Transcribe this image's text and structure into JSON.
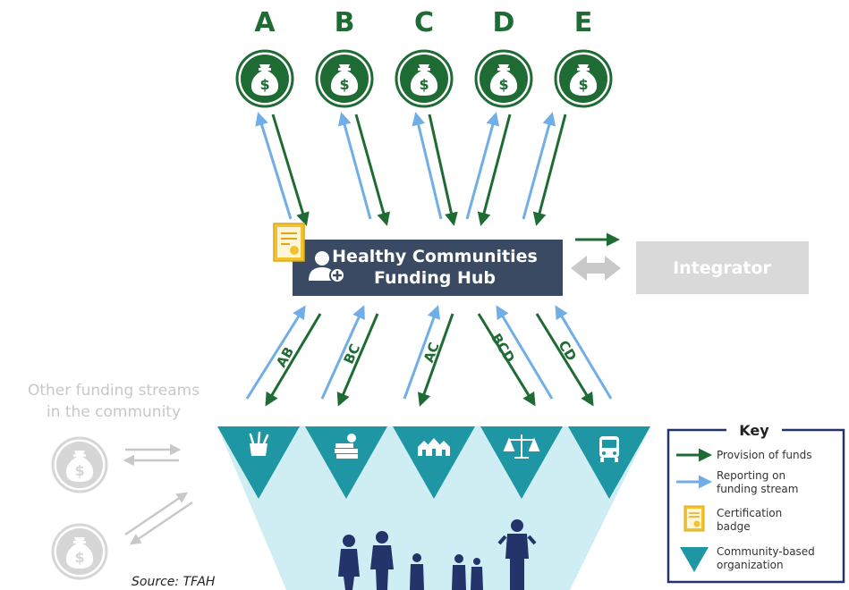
{
  "funders": [
    "A",
    "B",
    "C",
    "D",
    "E"
  ],
  "hub": {
    "title_line1": "Healthy Communities",
    "title_line2": "Funding Hub"
  },
  "integrator": {
    "label": "Integrator"
  },
  "stream_labels": [
    "AB",
    "BC",
    "AC",
    "BCD",
    "CD"
  ],
  "other_streams": {
    "line1": "Other funding streams",
    "line2": "in the community"
  },
  "organizations": [
    {
      "icon": "food-basket-icon"
    },
    {
      "icon": "books-icon"
    },
    {
      "icon": "houses-icon"
    },
    {
      "icon": "justice-scale-icon"
    },
    {
      "icon": "bus-icon"
    }
  ],
  "key": {
    "title": "Key",
    "provision": "Provision of funds",
    "reporting_line1": "Reporting on",
    "reporting_line2": "funding stream",
    "badge_line1": "Certification",
    "badge_line2": "badge",
    "cbo_line1": "Community-based",
    "cbo_line2": "organization"
  },
  "source": "Source: TFAH",
  "colors": {
    "green": "#1e6b34",
    "blue": "#72aee6",
    "navy": "#3b4a63",
    "teal": "#1e96a3",
    "light_teal": "#cfeef3",
    "grey": "#d9d9d9",
    "badge_yellow": "#f2c230"
  }
}
